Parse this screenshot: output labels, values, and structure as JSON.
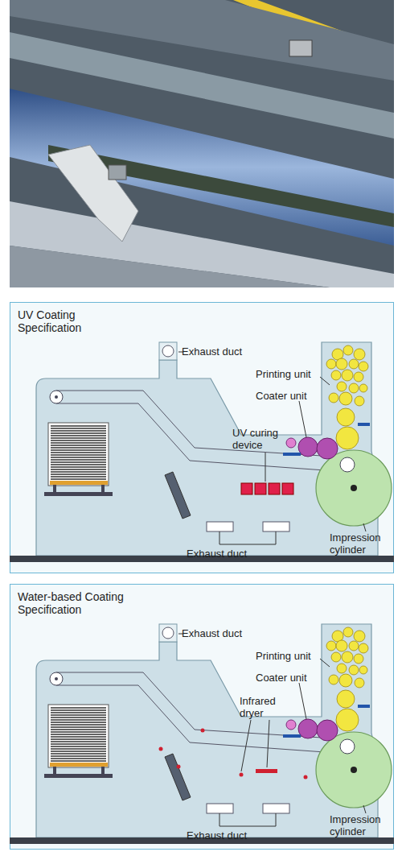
{
  "diagram": {
    "nodes": [
      {
        "text": [
          "UV Coating Specification"
        ]
      },
      {
        "text": [
          "Water-based Coating Specification"
        ]
      }
    ],
    "labels": [
      "Exhaust duct",
      "Printing unit",
      "Coater unit",
      "UV curing device",
      "Exhaust duct",
      "Impression cylinder",
      "Exhaust duct",
      "Printing unit",
      "Coater unit",
      "Infrared dryer",
      "Exhaust duct",
      "Impression cylinder"
    ]
  }
}
